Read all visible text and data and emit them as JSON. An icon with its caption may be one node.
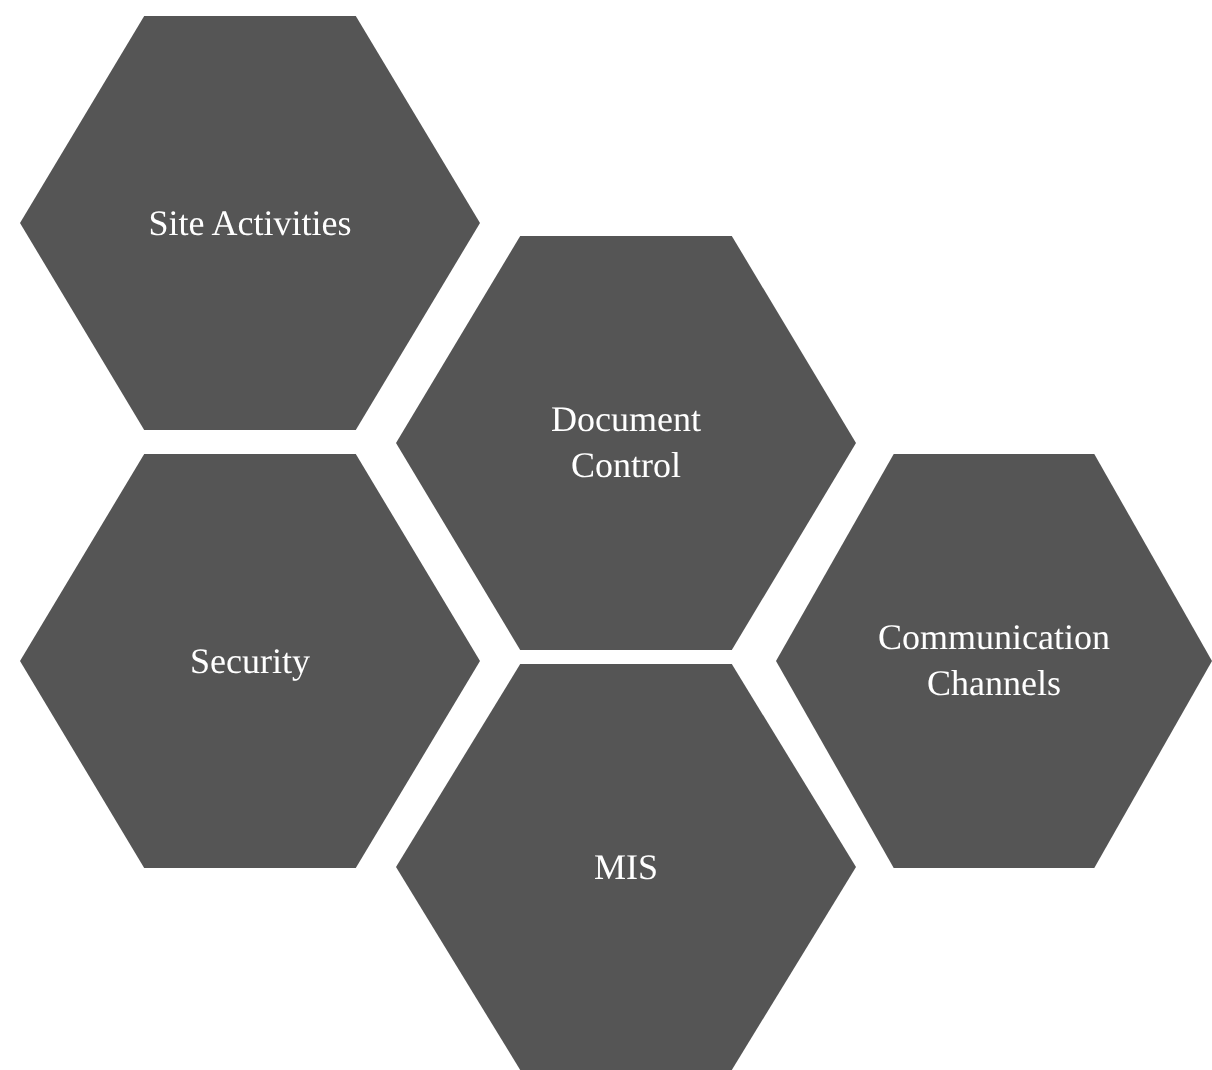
{
  "diagram": {
    "nodes": [
      {
        "text": [
          "Site Activities"
        ]
      },
      {
        "text": [
          "Document Control"
        ]
      },
      {
        "text": [
          "Security"
        ]
      },
      {
        "text": [
          "Communication Channels"
        ]
      },
      {
        "text": [
          "MIS"
        ]
      }
    ]
  }
}
